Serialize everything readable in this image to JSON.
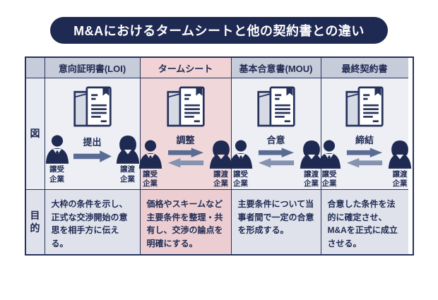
{
  "title": "M&Aにおけるタームシートと他の契約書との違い",
  "colors": {
    "navy": "#1f2a52",
    "border": "#26325c",
    "header_gray": "#c7ccda",
    "header_pink": "#f2d3d5",
    "figure_row_gray": "#edeff5",
    "figure_row_pink": "#f0d8da",
    "purpose_row_gray": "#dfe2eb",
    "purpose_row_pink": "#ecced2",
    "arrow_dark": "#5a6b94",
    "arrow_light": "#8593b1",
    "envelope_fill": "#d6dae5"
  },
  "row_labels": {
    "figure": "図",
    "purpose": "目\n的"
  },
  "parties": {
    "acquirer": "譲受\n企業",
    "seller": "譲渡\n企業"
  },
  "columns": [
    {
      "header": "意向証明書(LOI)",
      "action": "提出",
      "purpose": "大枠の条件を示し、正式な交渉開始の意思を相手方に伝える。"
    },
    {
      "header": "タームシート",
      "action": "調整",
      "purpose": "価格やスキームなど主要条件を整理・共有し、交渉の論点を明確にする。"
    },
    {
      "header": "基本合意書(MOU)",
      "action": "合意",
      "purpose": "主要条件について当事者間で一定の合意を形成する。"
    },
    {
      "header": "最終契約書",
      "action": "締結",
      "purpose": "合意した条件を法的に確定させ、M&Aを正式に成立させる。"
    }
  ]
}
